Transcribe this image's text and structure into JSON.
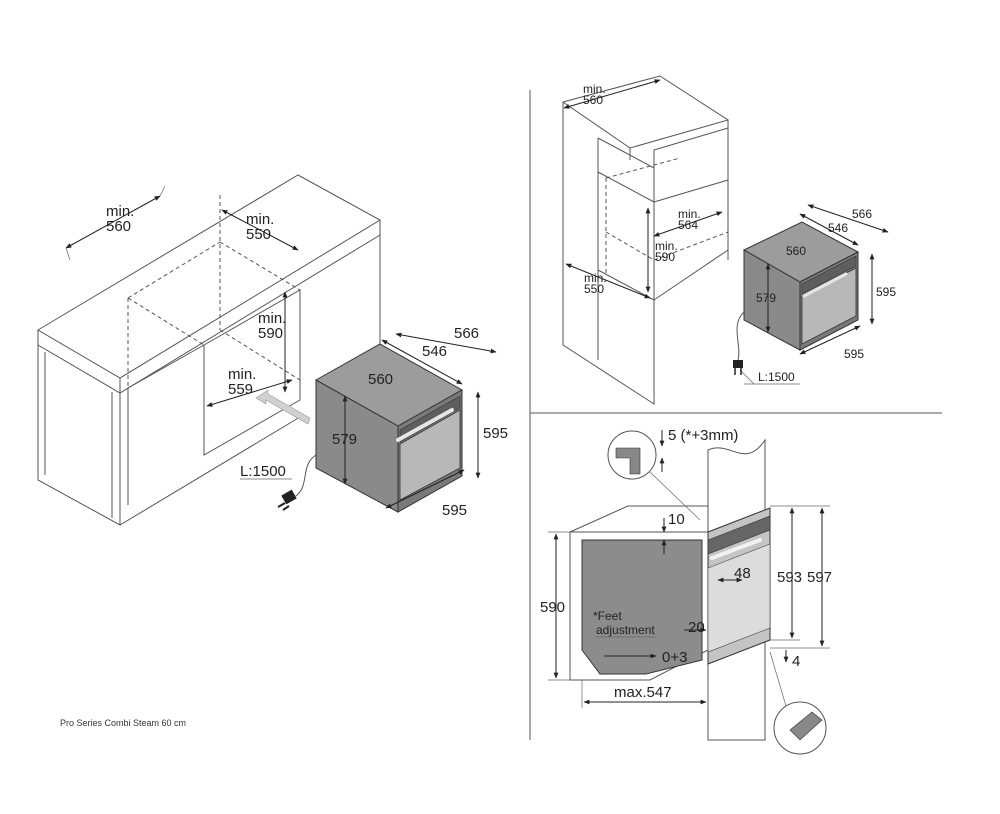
{
  "footer": {
    "model": "Pro Series Combi Steam 60 cm"
  },
  "view_cabinet": {
    "min_560": [
      "min.",
      "560"
    ],
    "min_550": [
      "min.",
      "550"
    ],
    "min_590": [
      "min.",
      "590"
    ],
    "min_559": [
      "min.",
      "559"
    ],
    "oven_566": "566",
    "oven_546": "546",
    "oven_560": "560",
    "oven_579": "579",
    "oven_595_h": "595",
    "oven_595_w": "595",
    "cable": "L:1500"
  },
  "view_column": {
    "min_560": [
      "min.",
      "560"
    ],
    "min_564": [
      "min.",
      "564"
    ],
    "min_590": [
      "min.",
      "590"
    ],
    "min_550": [
      "min.",
      "550"
    ],
    "oven_566": "566",
    "oven_546": "546",
    "oven_560": "560",
    "oven_579": "579",
    "oven_595_h": "595",
    "oven_595_w": "595",
    "cable": "L:1500"
  },
  "view_section": {
    "gap": "5 (*+3mm)",
    "top_10": "10",
    "d48": "48",
    "d593": "593",
    "d597": "597",
    "d590": "590",
    "feet_note": [
      "*Feet",
      "adjustment"
    ],
    "d20": "20",
    "d0_3": "0+3",
    "d4": "4",
    "max547": "max.547"
  },
  "colors": {
    "oven_body": "#8a8a8a",
    "line": "#555555"
  }
}
